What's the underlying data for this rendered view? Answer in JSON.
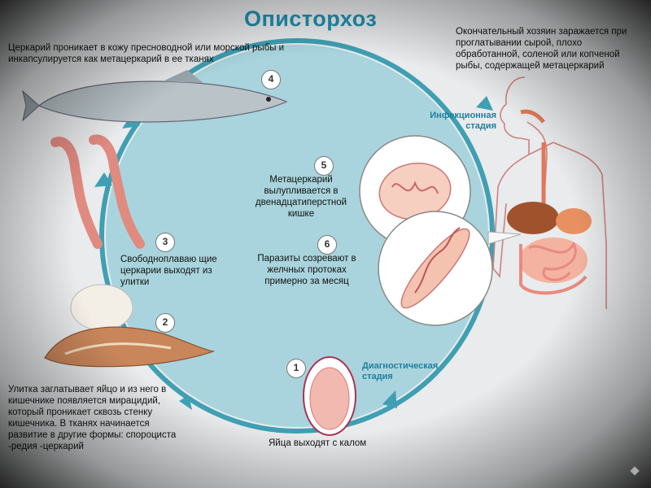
{
  "title": "Описторхоз",
  "steps": [
    {
      "num": "1",
      "text": "Яйца выходят с калом"
    },
    {
      "num": "2",
      "text": "Улитка заглатывает яйцо и из него в кишечнике появляется мирацидий, который проникает сквозь стенку кишечника. В тканях начинается развитие в другие формы: спороциста -редия -церкарий"
    },
    {
      "num": "3",
      "text": "Свободноплаваю щие церкарии выходят из улитки"
    },
    {
      "num": "4",
      "text": "Церкарий проникает в кожу пресноводной или морской рыбы и инкапсулируется как метацеркарий в ее тканях"
    },
    {
      "num": "5",
      "text": "Метацеркарий вылупливается в двенадцатиперстной кишке"
    },
    {
      "num": "6",
      "text": "Паразиты созревают в желчных протоках примерно за месяц"
    }
  ],
  "host_text": "Окончательный хозяин заражается при проглатывании сырой, плохо обработанной, соленой или копченой рыбы, содержащей метацеркарий",
  "stages": {
    "infection": "Инфекционная стадия",
    "diagnostic": "Диагностическая стадия"
  },
  "colors": {
    "title": "#1f8fb0",
    "cycle_fill": "#a9d4dd",
    "cycle_ring": "#3f9fb3",
    "stage_text": "#1f7f9e"
  }
}
